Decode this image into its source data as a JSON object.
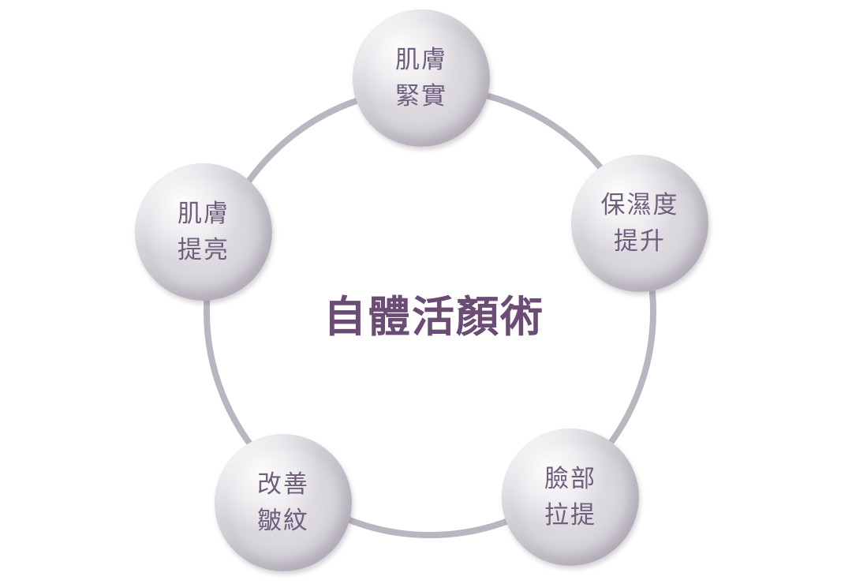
{
  "center": {
    "title": "自體活顏術"
  },
  "nodes": [
    {
      "id": "top",
      "lines": [
        "肌膚",
        "緊實"
      ]
    },
    {
      "id": "right",
      "lines": [
        "保濕度",
        "提升"
      ]
    },
    {
      "id": "br",
      "lines": [
        "臉部",
        "拉提"
      ]
    },
    {
      "id": "bl",
      "lines": [
        "改善",
        "皺紋"
      ]
    },
    {
      "id": "left",
      "lines": [
        "肌膚",
        "提亮"
      ]
    }
  ],
  "colors": {
    "ring": "#b9b6bf",
    "node_text": "#6f5f7c",
    "center_text": "#6b4c74"
  }
}
